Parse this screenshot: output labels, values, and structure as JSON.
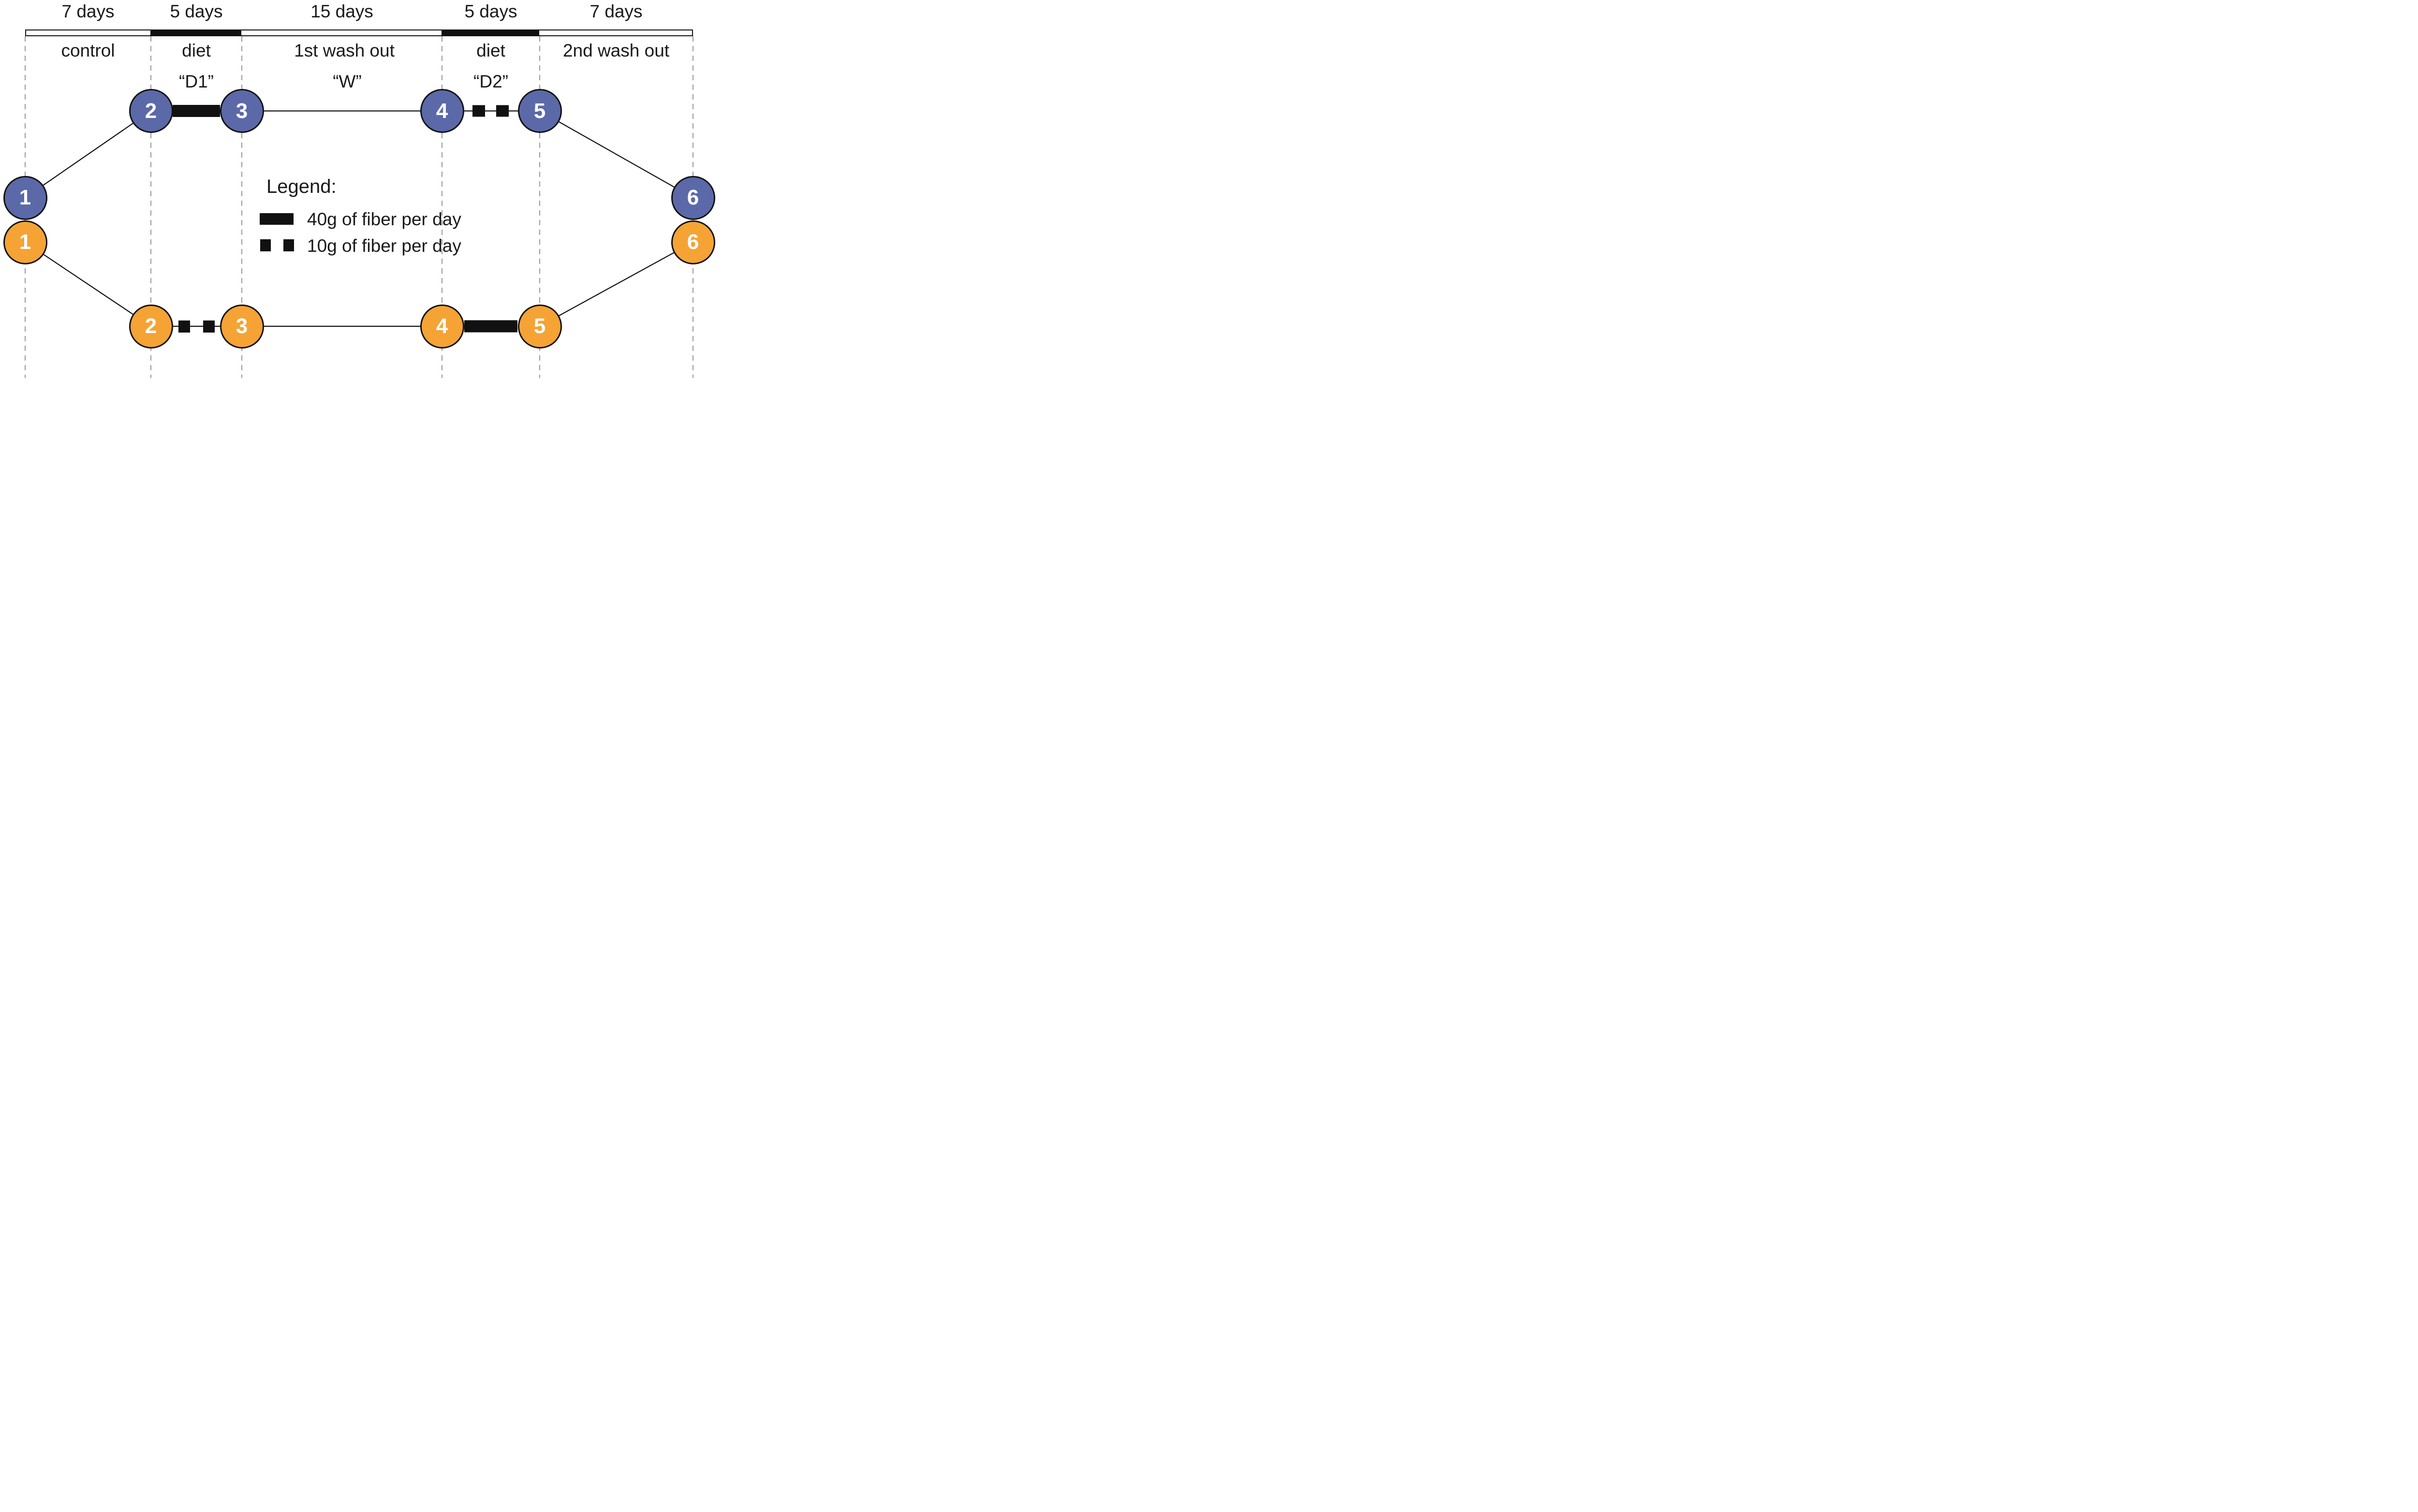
{
  "figure": {
    "description": "Crossover dietary fiber study design timeline with two sequence arms",
    "background": "#ffffff"
  },
  "timeline": {
    "periods": [
      {
        "duration": "7 days",
        "phase": "control",
        "code": ""
      },
      {
        "duration": "5 days",
        "phase": "diet",
        "code": "“D1”"
      },
      {
        "duration": "15 days",
        "phase": "1st wash out",
        "code": "“W”"
      },
      {
        "duration": "5 days",
        "phase": "diet",
        "code": "“D2”"
      },
      {
        "duration": "7 days",
        "phase": "2nd wash out",
        "code": ""
      }
    ]
  },
  "arms": [
    {
      "name": "sequence-top",
      "color": "#5b69a9",
      "nodes": [
        "1",
        "2",
        "3",
        "4",
        "5",
        "6"
      ]
    },
    {
      "name": "sequence-bottom",
      "color": "#f5a335",
      "nodes": [
        "1",
        "2",
        "3",
        "4",
        "5",
        "6"
      ]
    }
  ],
  "legend": {
    "title": "Legend:",
    "items": [
      {
        "swatch": "thick-bar",
        "label": "40g of fiber per day"
      },
      {
        "swatch": "two-squares",
        "label": "10g of fiber per day"
      }
    ]
  },
  "colors": {
    "arm_top": "#5b69a9",
    "arm_bottom": "#f5a335",
    "mark_black": "#111111",
    "dashed_gridline": "#9a9a9a",
    "node_number_text": "#ffffff"
  }
}
